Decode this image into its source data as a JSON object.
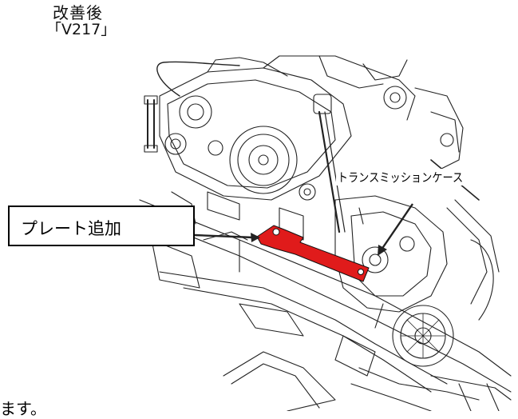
{
  "header": {
    "title_line1": "改善後",
    "title_line2": "「V217」"
  },
  "callouts": {
    "plate_label": "プレート追加",
    "case_label": "トランスミッションケース"
  },
  "footer": {
    "partial_text": "ます。"
  },
  "colors": {
    "plate_highlight": "#e01b1b",
    "line_art": "#222222"
  },
  "icons": {
    "drawing": "machine-line-drawing-icon",
    "arrow": "arrow-pointer-icon"
  }
}
